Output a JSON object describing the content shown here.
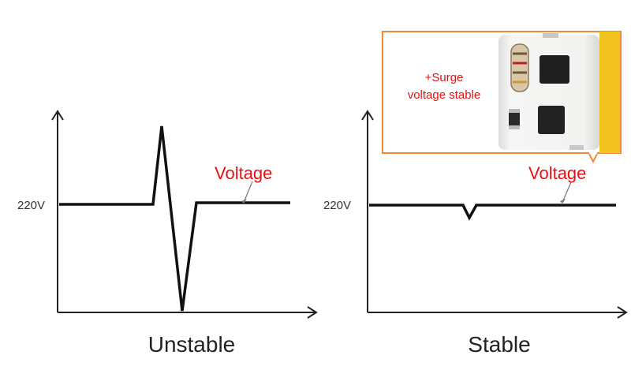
{
  "colors": {
    "line": "#111111",
    "axis": "#222222",
    "label_red": "#e81010",
    "callout_border": "#f08a3a",
    "pcb": "#f3f3f1",
    "strip": "#f2c21e"
  },
  "left_panel": {
    "caption": "Unstable",
    "y_tick_label": "220V",
    "series_label": "Voltage"
  },
  "right_panel": {
    "caption": "Stable",
    "y_tick_label": "220V",
    "series_label": "Voltage"
  },
  "callout": {
    "line1": "+Surge",
    "line2": "voltage stable"
  }
}
